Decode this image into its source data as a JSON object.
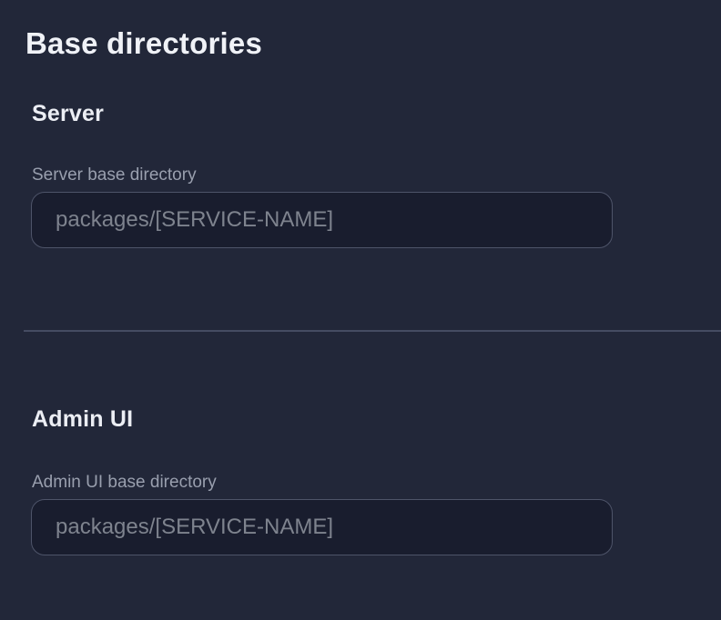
{
  "page": {
    "title": "Base directories"
  },
  "sections": [
    {
      "heading": "Server",
      "field_label": "Server base directory",
      "field_value": "",
      "field_placeholder": "packages/[SERVICE-NAME]"
    },
    {
      "heading": "Admin UI",
      "field_label": "Admin UI base directory",
      "field_value": "",
      "field_placeholder": "packages/[SERVICE-NAME]"
    }
  ],
  "colors": {
    "background": "#222739",
    "input_background": "#191d2e",
    "input_border": "#4e5469",
    "divider": "#454c62",
    "heading_text": "#f0f2f7",
    "label_text": "#999fae",
    "placeholder_text": "#7e838e"
  }
}
